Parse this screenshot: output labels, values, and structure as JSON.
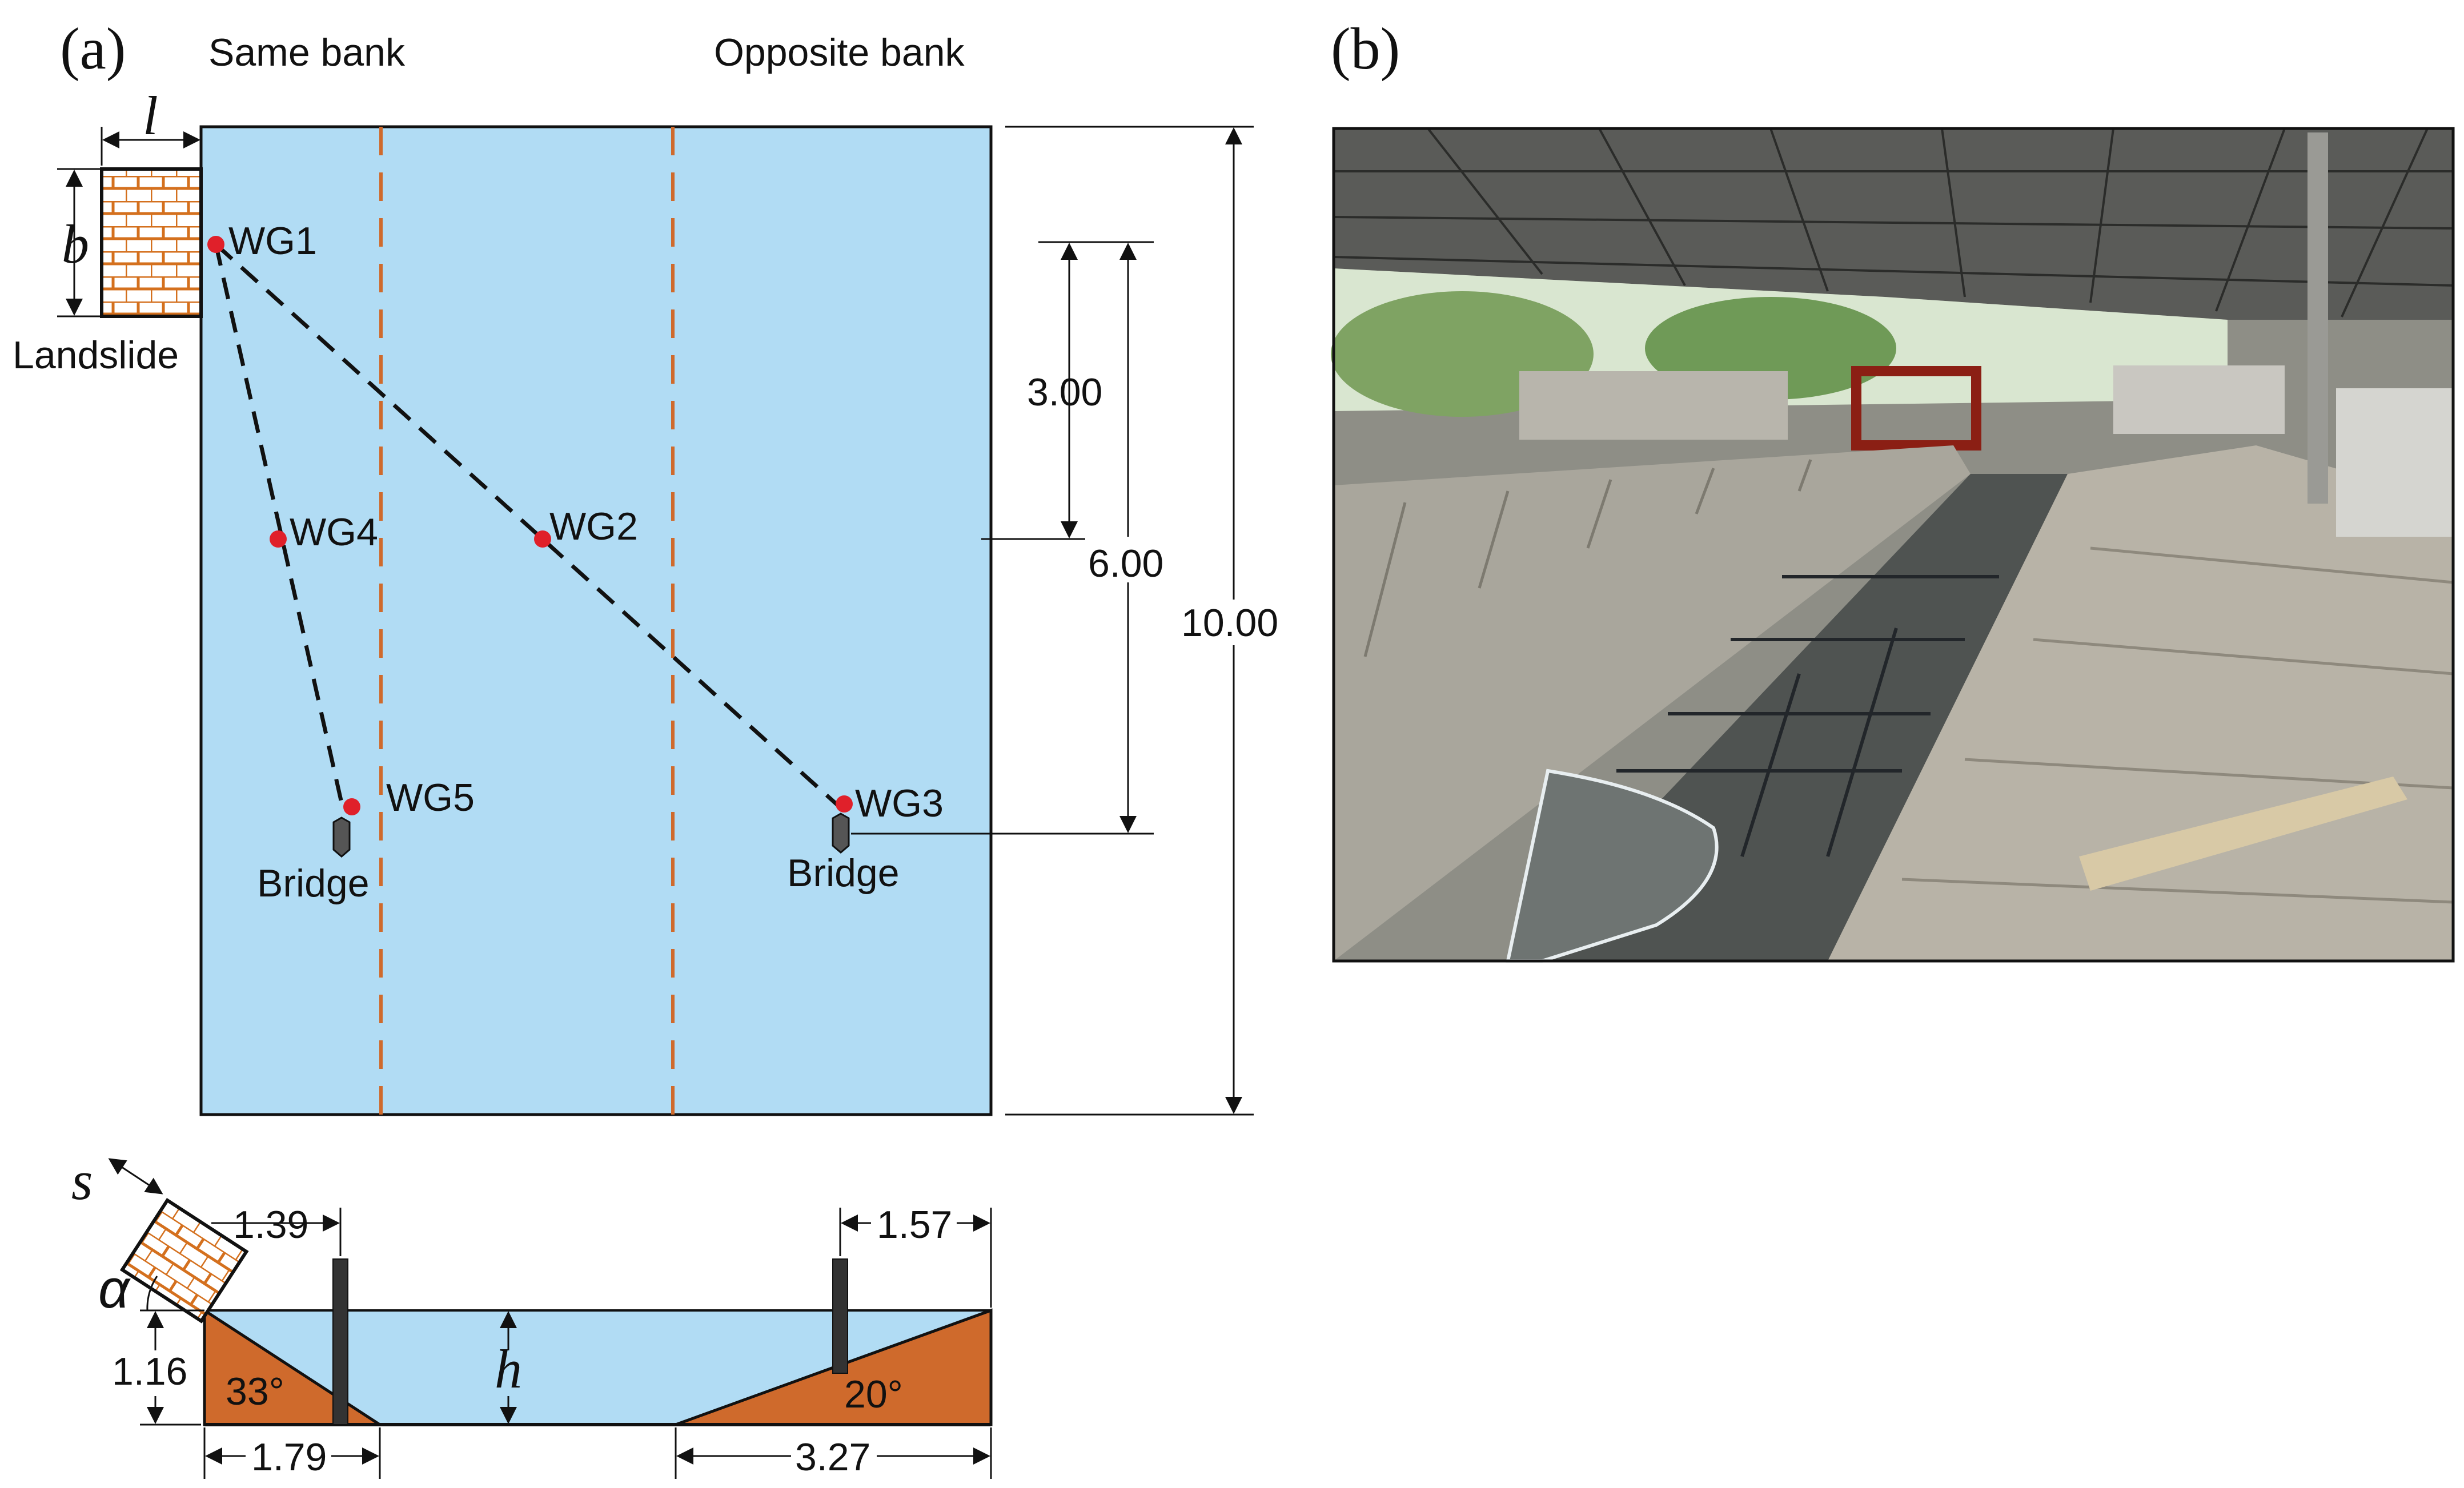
{
  "panels": {
    "a": "(a)",
    "b": "(b)"
  },
  "plan": {
    "same_bank": "Same bank",
    "opposite_bank": "Opposite bank",
    "landslide": "Landslide",
    "var_l": "l",
    "var_b": "b",
    "gauges": [
      "WG1",
      "WG2",
      "WG3",
      "WG4",
      "WG5"
    ],
    "bridge_left": "Bridge",
    "bridge_right": "Bridge",
    "dim_3": "3.00",
    "dim_6": "6.00",
    "dim_10": "10.00"
  },
  "section": {
    "var_s": "s",
    "var_alpha": "α",
    "var_h": "h",
    "dim_1_39": "1.39",
    "dim_1_57": "1.57",
    "dim_1_16": "1.16",
    "dim_1_79": "1.79",
    "dim_3_27": "3.27",
    "angle_left": "33°",
    "angle_right": "20°"
  },
  "colors": {
    "water": "#b1dcf4",
    "slope": "#cf6a2c",
    "dashed_bank": "#cf6a2c",
    "gauge": "#e0202a",
    "outline": "#111111"
  }
}
